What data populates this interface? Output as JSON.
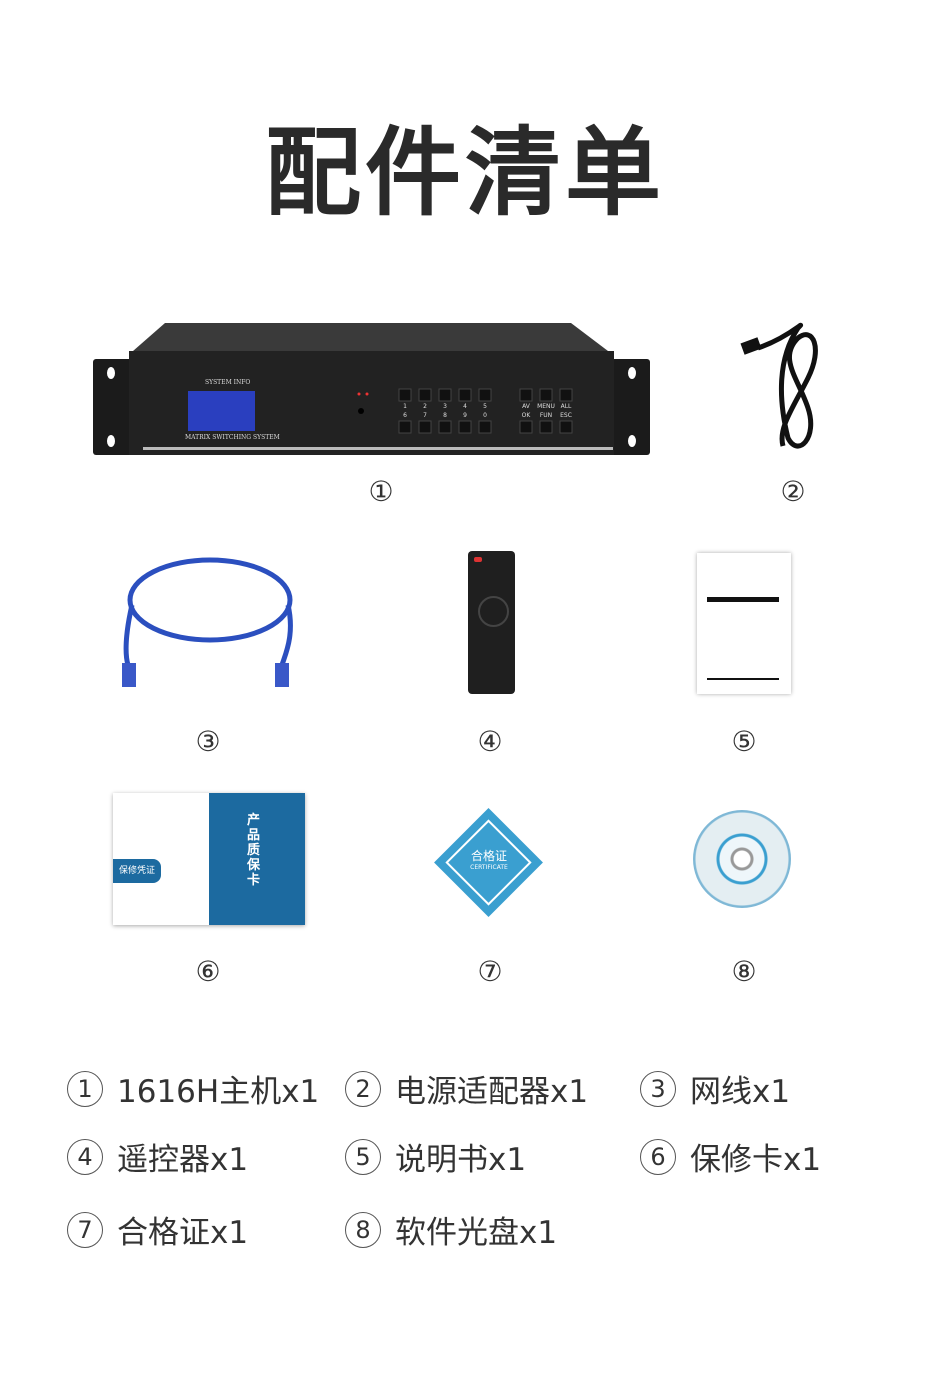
{
  "title": "配件清单",
  "device": {
    "top_label": "SYSTEM INFO",
    "bottom_label": "MATRIX SWITCHING SYSTEM",
    "buttons_row1": [
      "1",
      "2",
      "3",
      "4",
      "5"
    ],
    "buttons_row2": [
      "6",
      "7",
      "8",
      "9",
      "0"
    ],
    "func_row1": [
      "AV",
      "MENU",
      "ALL"
    ],
    "func_row2": [
      "OK",
      "FUN",
      "ESC"
    ]
  },
  "warranty_card": {
    "left_label": "保修凭证",
    "title": "产品质保卡"
  },
  "certificate": {
    "title": "合格证",
    "subtitle": "CERTIFICATE"
  },
  "markers": [
    "①",
    "②",
    "③",
    "④",
    "⑤",
    "⑥",
    "⑦",
    "⑧"
  ],
  "legend": [
    {
      "num": "1",
      "text": "1616H主机x1"
    },
    {
      "num": "2",
      "text": "电源适配器x1"
    },
    {
      "num": "3",
      "text": "网线x1"
    },
    {
      "num": "4",
      "text": "遥控器x1"
    },
    {
      "num": "5",
      "text": "说明书x1"
    },
    {
      "num": "6",
      "text": "保修卡x1"
    },
    {
      "num": "7",
      "text": "合格证x1"
    },
    {
      "num": "8",
      "text": "软件光盘x1"
    }
  ],
  "colors": {
    "accent_blue": "#1c6aa0",
    "cert_blue": "#3a9fd0",
    "device": "#1e1e1e"
  }
}
